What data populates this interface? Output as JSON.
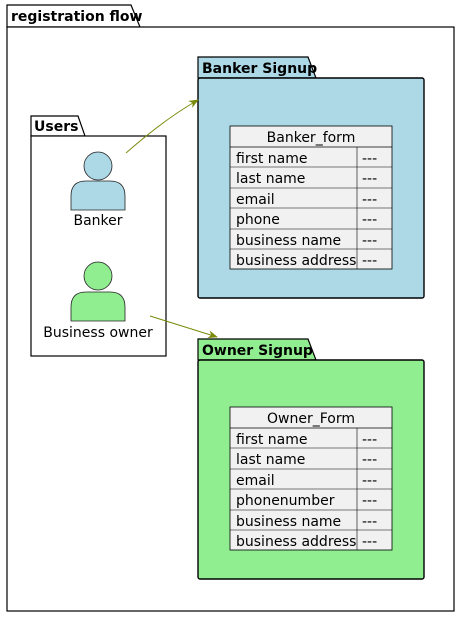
{
  "outer_package": {
    "title": "registration flow"
  },
  "users_package": {
    "title": "Users",
    "actors": [
      {
        "label": "Banker",
        "color": "#ADD8E6"
      },
      {
        "label": "Business owner",
        "color": "#90EE90"
      }
    ]
  },
  "banker_package": {
    "title": "Banker Signup",
    "color": "#ADD8E6",
    "table": {
      "title": "Banker_form",
      "rows": [
        {
          "field": "first name",
          "value": "---"
        },
        {
          "field": "last name",
          "value": "---"
        },
        {
          "field": "email",
          "value": "---"
        },
        {
          "field": "phone",
          "value": "---"
        },
        {
          "field": "business name",
          "value": "---"
        },
        {
          "field": "business address",
          "value": "---"
        }
      ]
    }
  },
  "owner_package": {
    "title": "Owner Signup",
    "color": "#90EE90",
    "table": {
      "title": "Owner_Form",
      "rows": [
        {
          "field": "first name",
          "value": "---"
        },
        {
          "field": "last name",
          "value": "---"
        },
        {
          "field": "email",
          "value": "---"
        },
        {
          "field": "phonenumber",
          "value": "---"
        },
        {
          "field": "business name",
          "value": "---"
        },
        {
          "field": "business address",
          "value": "---"
        }
      ]
    }
  },
  "arrow_color": "#7A8A0A"
}
